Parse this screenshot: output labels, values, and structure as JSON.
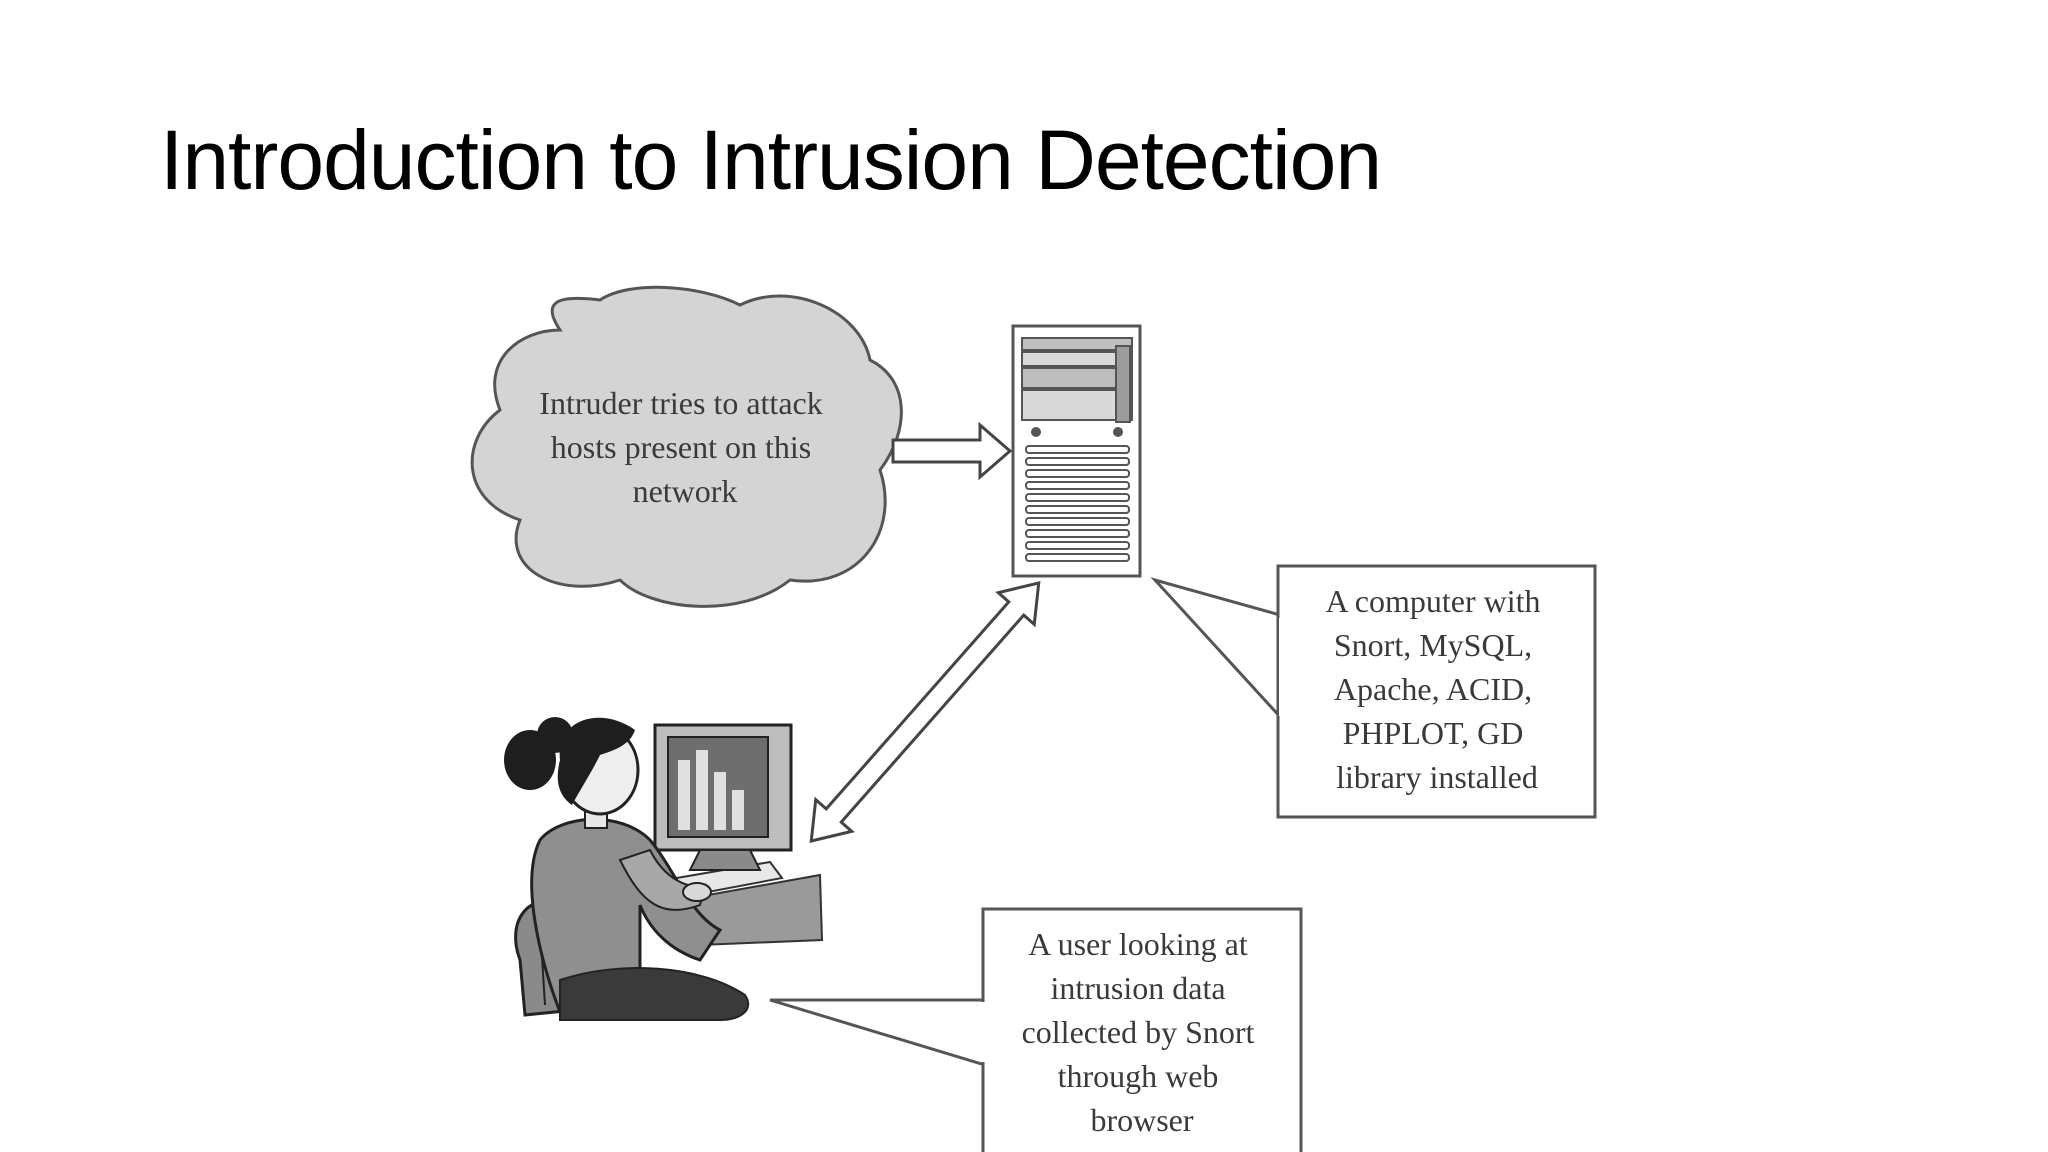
{
  "slide": {
    "title": "Introduction to Intrusion Detection"
  },
  "diagram": {
    "cloud_label": [
      "Intruder tries to attack",
      "hosts present on this",
      "network"
    ],
    "server_callout": [
      "A computer with",
      "Snort, MySQL,",
      "Apache, ACID,",
      "PHPLOT, GD",
      "library installed"
    ],
    "user_callout": [
      "A user looking at",
      "intrusion data",
      "collected by Snort",
      "through web",
      "browser"
    ],
    "icons": {
      "cloud": "cloud-icon",
      "server": "server-tower-icon",
      "user": "user-at-computer-icon"
    },
    "colors": {
      "cloud_fill": "#d4d4d4",
      "stroke": "#555555",
      "box_fill": "#ffffff",
      "text": "#3a3a3a"
    }
  }
}
